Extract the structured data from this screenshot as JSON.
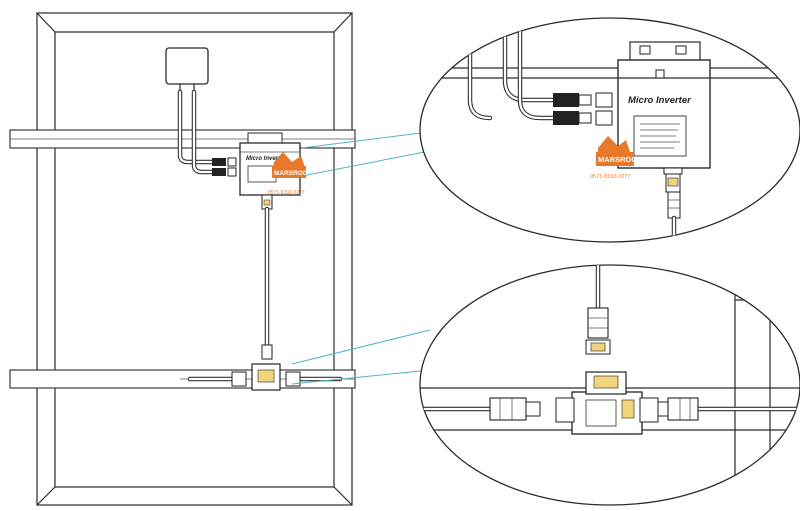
{
  "device_label": "Micro Inverter",
  "brand": {
    "name": "MARSROCK",
    "color": "#e8792a",
    "phone_text": "0571-8192-2277"
  },
  "colors": {
    "line": "#2a2a2a",
    "callout": "#4fb3c4",
    "connector_highlight": "#f2d57a"
  },
  "icons": {
    "logo": "marsrock-logo"
  }
}
